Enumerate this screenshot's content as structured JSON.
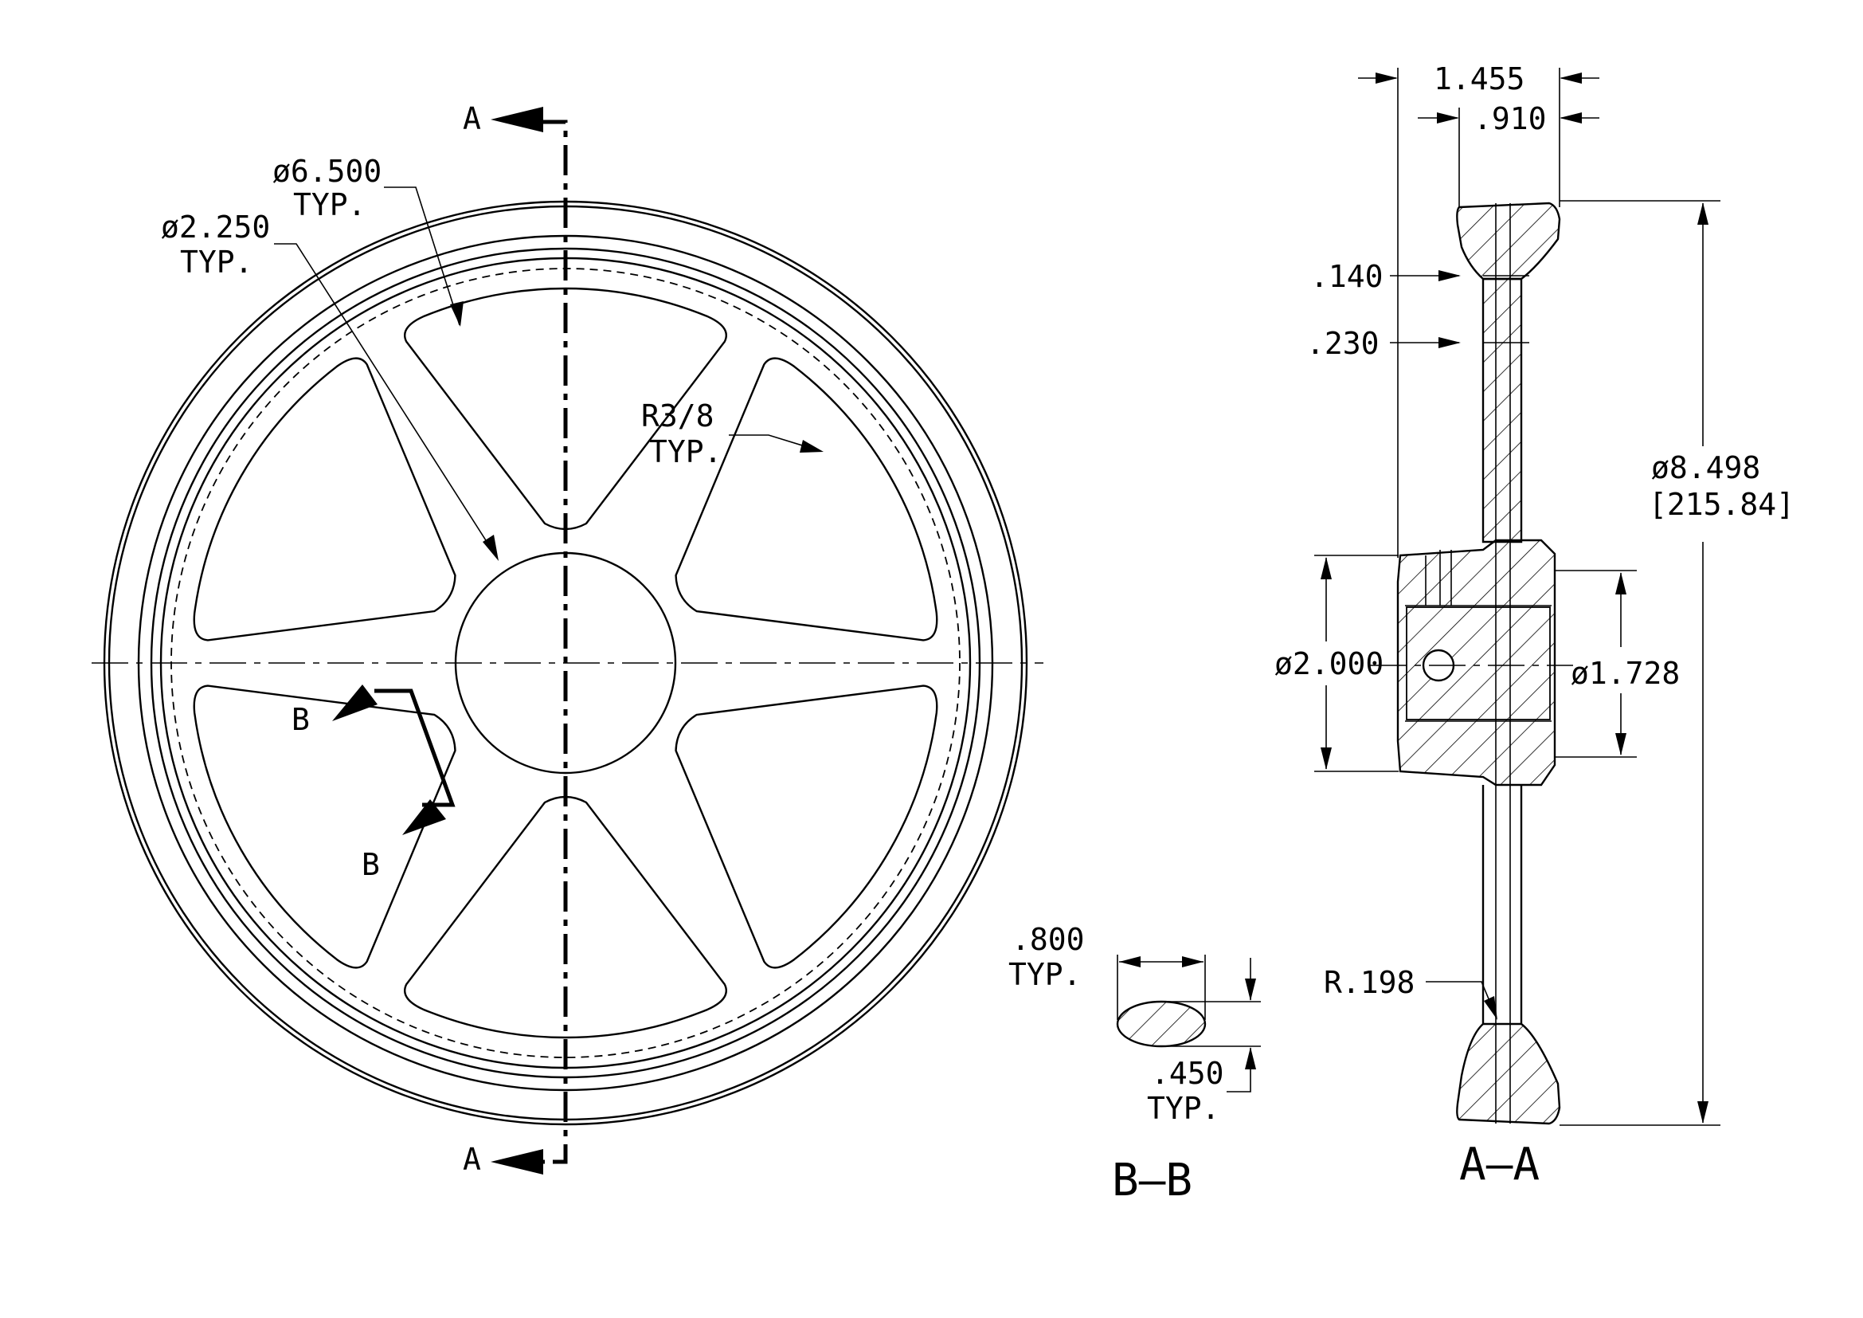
{
  "section_marks": {
    "a": "A",
    "b": "B"
  },
  "front_view": {
    "dia_outer_pcd": "ø6.500",
    "dia_outer_pcd_note": "TYP.",
    "dia_inner": "ø2.250",
    "dia_inner_note": "TYP.",
    "radius": "R3/8",
    "radius_note": "TYP."
  },
  "section_bb": {
    "width": ".800",
    "width_note": "TYP.",
    "height": ".450",
    "height_note": "TYP.",
    "title": "B–B"
  },
  "section_aa": {
    "overall_width": "1.455",
    "rim_width": ".910",
    "dim_140": ".140",
    "dim_230": ".230",
    "dia_overall": "ø8.498",
    "dia_overall_mm": "[215.84]",
    "hub_dia": "ø2.000",
    "bore_dia": "ø1.728",
    "rim_radius": "R.198",
    "title": "A–A"
  }
}
